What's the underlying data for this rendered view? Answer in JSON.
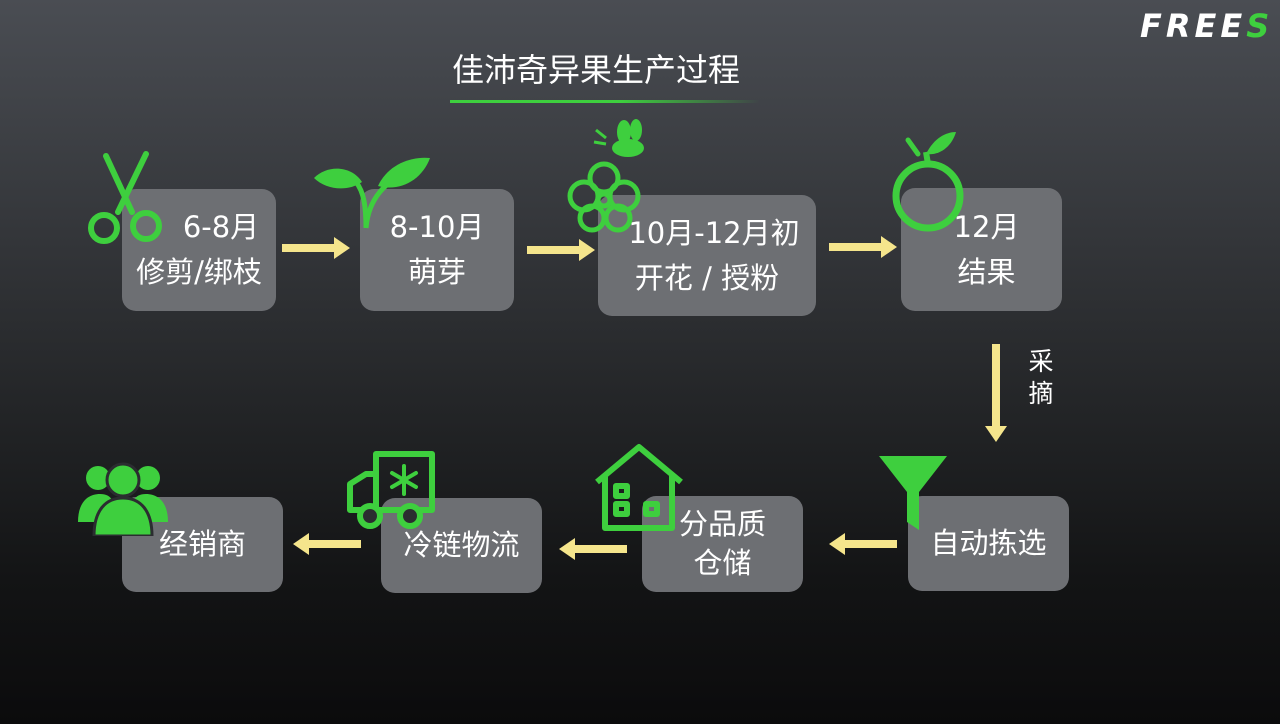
{
  "logo": {
    "text_main": "FREE",
    "text_accent": "S"
  },
  "title": "佳沛奇异果生产过程",
  "steps": [
    {
      "line1": "6-8月",
      "line2": "修剪/绑枝",
      "icon": "scissors-icon"
    },
    {
      "line1": "8-10月",
      "line2": "萌芽",
      "icon": "sprout-icon"
    },
    {
      "line1": "10月-12月初",
      "line2": "开花 / 授粉",
      "icon": "flower-bee-icon"
    },
    {
      "line1": "12月",
      "line2": "结果",
      "icon": "fruit-icon"
    },
    {
      "line1": "自动拣选",
      "icon": "funnel-icon"
    },
    {
      "line1": "分品质",
      "line2": "仓储",
      "icon": "warehouse-icon"
    },
    {
      "line1": "冷链物流",
      "icon": "refrigerated-truck-icon"
    },
    {
      "line1": "经销商",
      "icon": "people-icon"
    }
  ],
  "edge_label": "采\n摘",
  "colors": {
    "accent_green": "#3ecf3e",
    "arrow_yellow": "#f5e58c",
    "box_gray": "#6d6f73"
  }
}
